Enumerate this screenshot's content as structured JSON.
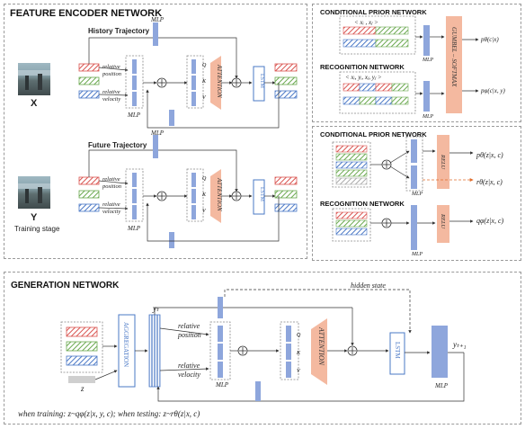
{
  "panels": {
    "feature_encoder": "FEATURE ENCODER NETWORK",
    "cond_prior_top": "CONDITIONAL PRIOR NETWORK",
    "recog_top": "RECOGNITION NETWORK",
    "cond_prior_bottom": "CONDITIONAL PRIOR NETWORK",
    "recog_bottom": "RECOGNITION NETWORK",
    "generation": "GENERATION NETWORK"
  },
  "encoder": {
    "history": "History Trajectory",
    "future": "Future Trajectory",
    "x_label": "X",
    "y_label": "Y",
    "training_stage": "Training stage",
    "mlp": "MLP",
    "rel_pos_1": "relative",
    "rel_pos_2": "position",
    "rel_vel_1": "relative",
    "rel_vel_2": "velocity",
    "attention": "ATTENTION",
    "lstm": "LSTM",
    "q": "Q",
    "k": "K",
    "v": "V"
  },
  "top_right": {
    "cp_input": "< xᵢ , xⱼ >",
    "rn_input": "< xᵢ, yᵢ, xⱼ, yⱼ >",
    "gumbel": "GUMBEL – SOFTMAX",
    "p_out": "pθ(c|x)",
    "q_out": "pφ(c|x, y)",
    "mlp": "MLP"
  },
  "mid_right": {
    "relu": "RELU",
    "p_z": "pθ(z|x, c)",
    "r_z": "rθ(z|x, c)",
    "q_z": "qφ(z|x, c)",
    "mlp": "MLP"
  },
  "generation": {
    "hidden_state": "hidden  state",
    "aggregation": "AGGREGATION",
    "y_t": "yₜ",
    "y_t1": "yₜ₊₁",
    "z": "z",
    "rel_pos_1": "relative",
    "rel_pos_2": "position",
    "rel_vel_1": "relative",
    "rel_vel_2": "velocity",
    "attention": "ATTENTION",
    "lstm": "LSTM",
    "mlp": "MLP",
    "q": "Q",
    "k": "K",
    "v": "V",
    "footer": "when training: z~qφ(z|x, y, c); when testing: z~rθ(z|x, c)"
  },
  "colors": {
    "mlp_blue": "#8ea6dc",
    "attention_orange": "#f4b9a0",
    "red_hatch": "#d9534f",
    "green_hatch": "#6aa84f",
    "blue_hatch": "#4a78c6",
    "gray": "#cfcfcf"
  }
}
